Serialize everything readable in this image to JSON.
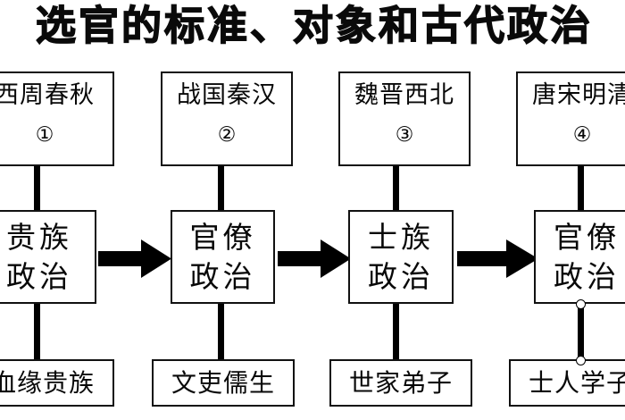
{
  "title": "选官的标准、对象和古代政治",
  "diagram": {
    "columns": [
      {
        "era": "西周春秋",
        "number": "①",
        "politics": "贵族\n政治",
        "politics_line1": "贵族",
        "politics_line2": "政治",
        "group": "血缘贵族"
      },
      {
        "era": "战国秦汉",
        "number": "②",
        "politics_line1": "官僚",
        "politics_line2": "政治",
        "group": "文吏儒生"
      },
      {
        "era": "魏晋西北",
        "number": "③",
        "politics_line1": "士族",
        "politics_line2": "政治",
        "group": "世家弟子"
      },
      {
        "era": "唐宋明清",
        "number": "④",
        "politics_line1": "官僚",
        "politics_line2": "政治",
        "group": "士人学子"
      }
    ],
    "arrows": [
      "→",
      "→",
      "→"
    ],
    "colors": {
      "stroke": "#111111",
      "fill": "#ffffff",
      "arrow": "#000000",
      "text": "#080808",
      "handle": "#ffffff"
    },
    "selected_connector": {
      "column": 4,
      "handles": 2
    }
  }
}
